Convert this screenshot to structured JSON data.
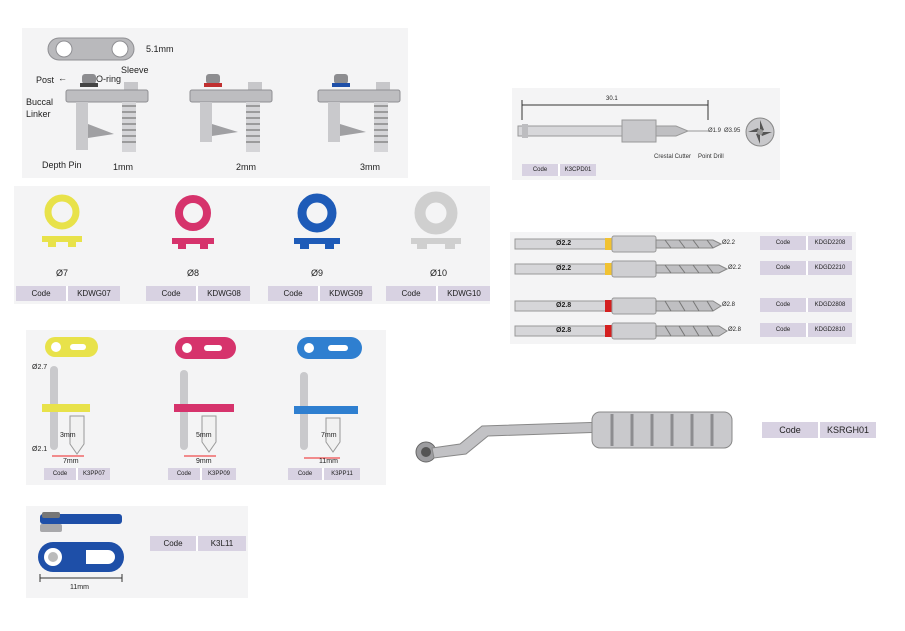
{
  "guide": {
    "dim_label": "5.1mm",
    "callouts": {
      "post": "Post",
      "oring": "O-ring",
      "sleeve": "Sleeve",
      "buccal": "Buccal\nLinker",
      "depth_pin": "Depth Pin"
    },
    "depths": [
      "1mm",
      "2mm",
      "3mm"
    ]
  },
  "washers": [
    {
      "dia": "Ø7",
      "code_label": "Code",
      "code": "KDWG07",
      "color": "#e8e24a"
    },
    {
      "dia": "Ø8",
      "code_label": "Code",
      "code": "KDWG08",
      "color": "#d6336c"
    },
    {
      "dia": "Ø9",
      "code_label": "Code",
      "code": "KDWG09",
      "color": "#1e5bb8"
    },
    {
      "dia": "Ø10",
      "code_label": "Code",
      "code": "KDWG10",
      "color": "#cfcfcf"
    }
  ],
  "pins": [
    {
      "top_dia": "Ø2.7",
      "bottom_dia": "Ø2.1",
      "depth": "3mm",
      "length": "7mm",
      "code_label": "Code",
      "code": "K3PP07",
      "color": "#e8e24a"
    },
    {
      "depth": "5mm",
      "length": "9mm",
      "code_label": "Code",
      "code": "K3PP09",
      "color": "#d6336c"
    },
    {
      "depth": "7mm",
      "length": "11mm",
      "code_label": "Code",
      "code": "K3PP11",
      "color": "#2f7fd0"
    }
  ],
  "linker": {
    "length": "11mm",
    "code_label": "Code",
    "code": "K3L11",
    "color": "#1e4fa8"
  },
  "cutter": {
    "length": "30.1",
    "d1": "Ø1.9",
    "d2": "Ø3.95",
    "label1": "Crestal Cutter",
    "label2": "Point Drill",
    "code_label": "Code",
    "code": "K3CPD01"
  },
  "drills": [
    {
      "shaft": "Ø2.2",
      "tip": "Ø2.2",
      "code_label": "Code",
      "code": "KDGD2208",
      "band": "#f1c232"
    },
    {
      "shaft": "Ø2.2",
      "tip": "Ø2.2",
      "code_label": "Code",
      "code": "KDGD2210",
      "band": "#f1c232"
    },
    {
      "shaft": "Ø2.8",
      "tip": "Ø2.8",
      "code_label": "Code",
      "code": "KDGD2808",
      "band": "#d42020"
    },
    {
      "shaft": "Ø2.8",
      "tip": "Ø2.8",
      "code_label": "Code",
      "code": "KDGD2810",
      "band": "#d42020"
    }
  ],
  "wrench": {
    "code_label": "Code",
    "code": "KSRGH01"
  }
}
